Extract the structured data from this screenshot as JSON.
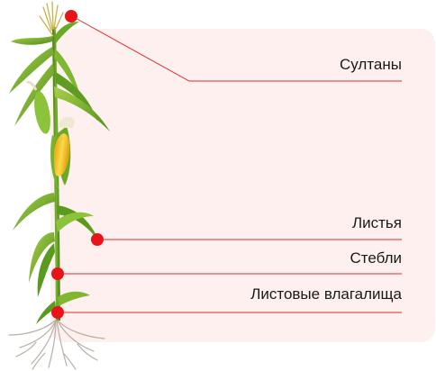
{
  "labels": {
    "tassels": "Султаны",
    "leaves": "Листья",
    "stalks": "Стебли",
    "sheaths": "Листовые влагалища"
  },
  "colors": {
    "panel": "#fdf0ef",
    "leader": "#e02a2a",
    "marker": "#e8141a",
    "leaf_dark": "#5a9a1e",
    "leaf_light": "#9cc83a",
    "stalk": "#4e8a1a",
    "cob": "#f2c21b",
    "root": "#b8b0a6"
  },
  "icons": {
    "plant": "corn-plant-illustration"
  }
}
